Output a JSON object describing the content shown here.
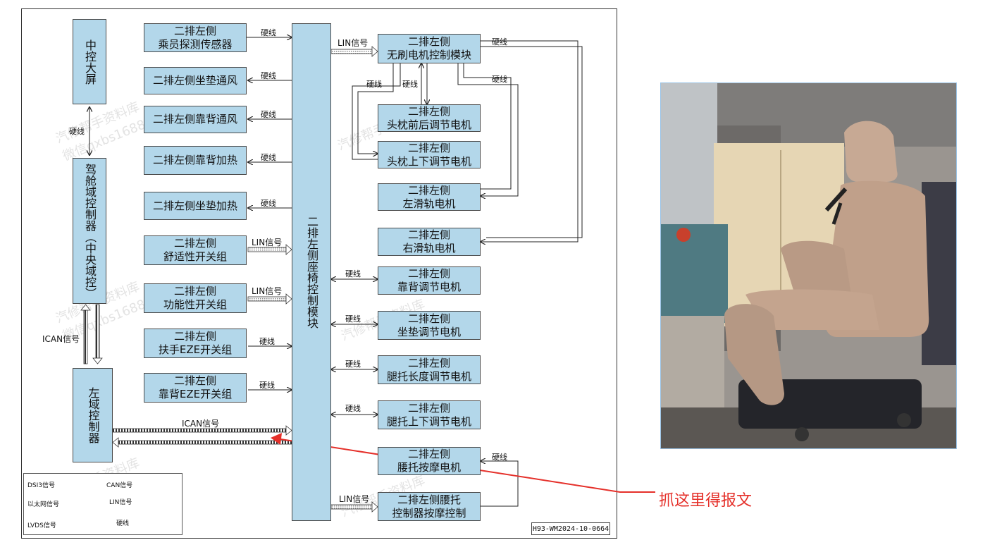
{
  "left_boxes": {
    "screen": "中控大屏",
    "cockpit": "驾舱域控制器（中央域控）",
    "zone": "左域控制器"
  },
  "center_box": "二排左侧座椅控制模块",
  "input_boxes": [
    {
      "line1": "二排左侧",
      "line2": "乘员探测传感器",
      "signal": "硬线"
    },
    {
      "line1": "二排左侧坐垫通风",
      "line2": "",
      "signal": "硬线"
    },
    {
      "line1": "二排左侧靠背通风",
      "line2": "",
      "signal": "硬线"
    },
    {
      "line1": "二排左侧靠背加热",
      "line2": "",
      "signal": "硬线"
    },
    {
      "line1": "二排左侧坐垫加热",
      "line2": "",
      "signal": "硬线"
    },
    {
      "line1": "二排左侧",
      "line2": "舒适性开关组",
      "signal": "LIN信号"
    },
    {
      "line1": "二排左侧",
      "line2": "功能性开关组",
      "signal": "LIN信号"
    },
    {
      "line1": "二排左侧",
      "line2": "扶手EZE开关组",
      "signal": "硬线"
    },
    {
      "line1": "二排左侧",
      "line2": "靠背EZE开关组",
      "signal": "硬线"
    }
  ],
  "right_boxes": [
    {
      "line1": "二排左侧",
      "line2": "无刷电机控制模块"
    },
    {
      "line1": "二排左侧",
      "line2": "头枕前后调节电机"
    },
    {
      "line1": "二排左侧",
      "line2": "头枕上下调节电机"
    },
    {
      "line1": "二排左侧",
      "line2": "左滑轨电机"
    },
    {
      "line1": "二排左侧",
      "line2": "右滑轨电机"
    },
    {
      "line1": "二排左侧",
      "line2": "靠背调节电机"
    },
    {
      "line1": "二排左侧",
      "line2": "坐垫调节电机"
    },
    {
      "line1": "二排左侧",
      "line2": "腿托长度调节电机"
    },
    {
      "line1": "二排左侧",
      "line2": "腿托上下调节电机"
    },
    {
      "line1": "二排左侧",
      "line2": "腰托按摩电机"
    },
    {
      "line1": "二排左侧腰托",
      "line2": "控制器按摩控制"
    }
  ],
  "signal_labels": {
    "hardwire": "硬线",
    "lin": "LIN信号",
    "ican": "ICAN信号"
  },
  "legend": {
    "dsi3": "DSI3信号",
    "can": "CAN信号",
    "ethernet": "以太网信号",
    "lin": "LIN信号",
    "lvds": "LVDS信号",
    "hardwire": "硬线"
  },
  "doc_id": "H93-WM2024-10-0664",
  "watermark": {
    "line1": "汽修帮手资料库",
    "line2": "微信qxbs1688"
  },
  "annotation": "抓这里得报文",
  "colors": {
    "box_fill": "#b3d7ea",
    "annotation": "#e5302a"
  }
}
